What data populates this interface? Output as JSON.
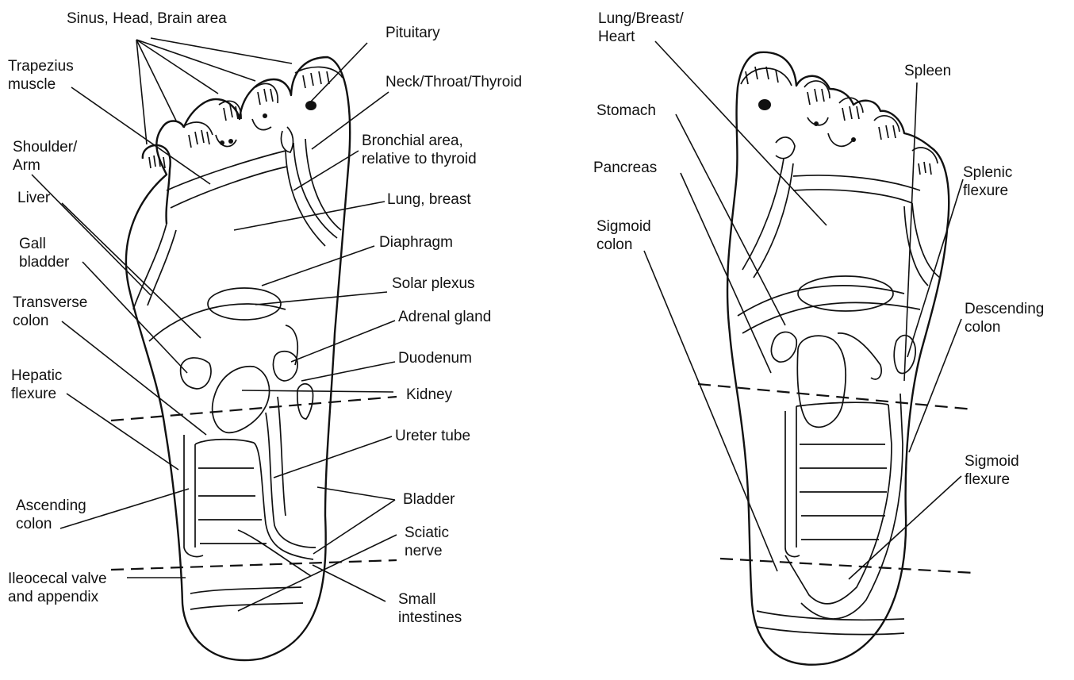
{
  "left_foot": {
    "labels": {
      "sinus": "Sinus, Head, Brain area",
      "pituitary": "Pituitary",
      "trapezius": "Trapezius\nmuscle",
      "neck": "Neck/Throat/Thyroid",
      "shoulder": "Shoulder/\nArm",
      "bronchial": "Bronchial area,\nrelative to thyroid",
      "liver": "Liver",
      "lung": "Lung, breast",
      "gall": "Gall\nbladder",
      "diaphragm": "Diaphragm",
      "solar": "Solar plexus",
      "transverse": "Transverse\ncolon",
      "adrenal": "Adrenal gland",
      "hepatic": "Hepatic\nflexure",
      "duodenum": "Duodenum",
      "kidney": "Kidney",
      "ureter": "Ureter tube",
      "ascending": "Ascending\ncolon",
      "bladder": "Bladder",
      "sciatic": "Sciatic\nnerve",
      "ileocecal": "Ileocecal valve\nand appendix",
      "small": "Small\nintestines"
    }
  },
  "right_foot": {
    "labels": {
      "lung": "Lung/Breast/\nHeart",
      "spleen": "Spleen",
      "stomach": "Stomach",
      "pancreas": "Pancreas",
      "splenic": "Splenic\nflexure",
      "sigmoid_colon": "Sigmoid\ncolon",
      "descending": "Descending\ncolon",
      "sigmoid_flexure": "Sigmoid\nflexure"
    }
  },
  "colors": {
    "ink": "#111111",
    "background": "#ffffff"
  }
}
